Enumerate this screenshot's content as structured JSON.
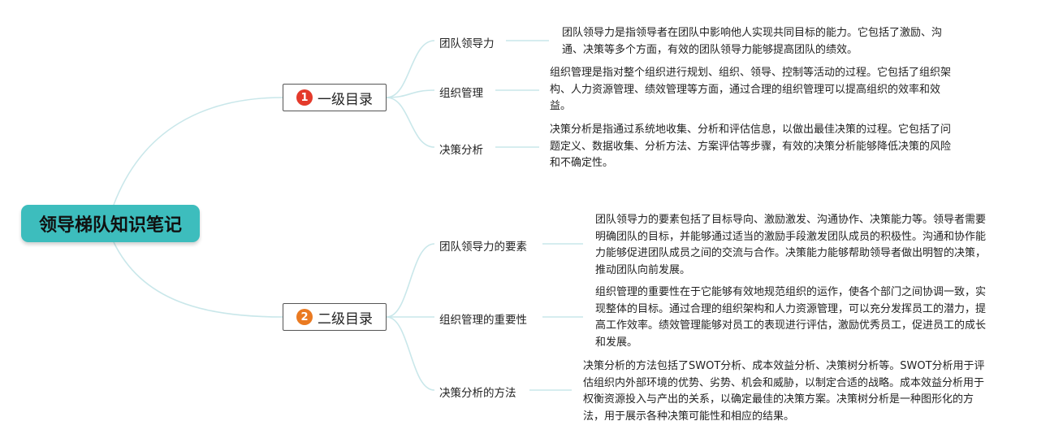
{
  "root": {
    "label": "领导梯队知识笔记"
  },
  "sections": [
    {
      "badge": "1",
      "badge_color": "#e43a2b",
      "label": "一级目录",
      "topics": [
        {
          "label": "团队领导力",
          "desc": "团队领导力是指领导者在团队中影响他人实现共同目标的能力。它包括了激励、沟通、决策等多个方面，有效的团队领导力能够提高团队的绩效。"
        },
        {
          "label": "组织管理",
          "desc": "组织管理是指对整个组织进行规划、组织、领导、控制等活动的过程。它包括了组织架构、人力资源管理、绩效管理等方面，通过合理的组织管理可以提高组织的效率和效益。"
        },
        {
          "label": "决策分析",
          "desc": "决策分析是指通过系统地收集、分析和评估信息，以做出最佳决策的过程。它包括了问题定义、数据收集、分析方法、方案评估等步骤，有效的决策分析能够降低决策的风险和不确定性。"
        }
      ]
    },
    {
      "badge": "2",
      "badge_color": "#ea7a21",
      "label": "二级目录",
      "topics": [
        {
          "label": "团队领导力的要素",
          "desc": "团队领导力的要素包括了目标导向、激励激发、沟通协作、决策能力等。领导者需要明确团队的目标，并能够通过适当的激励手段激发团队成员的积极性。沟通和协作能力能够促进团队成员之间的交流与合作。决策能力能够帮助领导者做出明智的决策，推动团队向前发展。"
        },
        {
          "label": "组织管理的重要性",
          "desc": "组织管理的重要性在于它能够有效地规范组织的运作，使各个部门之间协调一致，实现整体的目标。通过合理的组织架构和人力资源管理，可以充分发挥员工的潜力，提高工作效率。绩效管理能够对员工的表现进行评估，激励优秀员工，促进员工的成长和发展。"
        },
        {
          "label": "决策分析的方法",
          "desc": "决策分析的方法包括了SWOT分析、成本效益分析、决策树分析等。SWOT分析用于评估组织内外部环境的优势、劣势、机会和威胁，以制定合适的战略。成本效益分析用于权衡资源投入与产出的关系，以确定最佳的决策方案。决策树分析是一种图形化的方法，用于展示各种决策可能性和相应的结果。"
        }
      ]
    }
  ]
}
